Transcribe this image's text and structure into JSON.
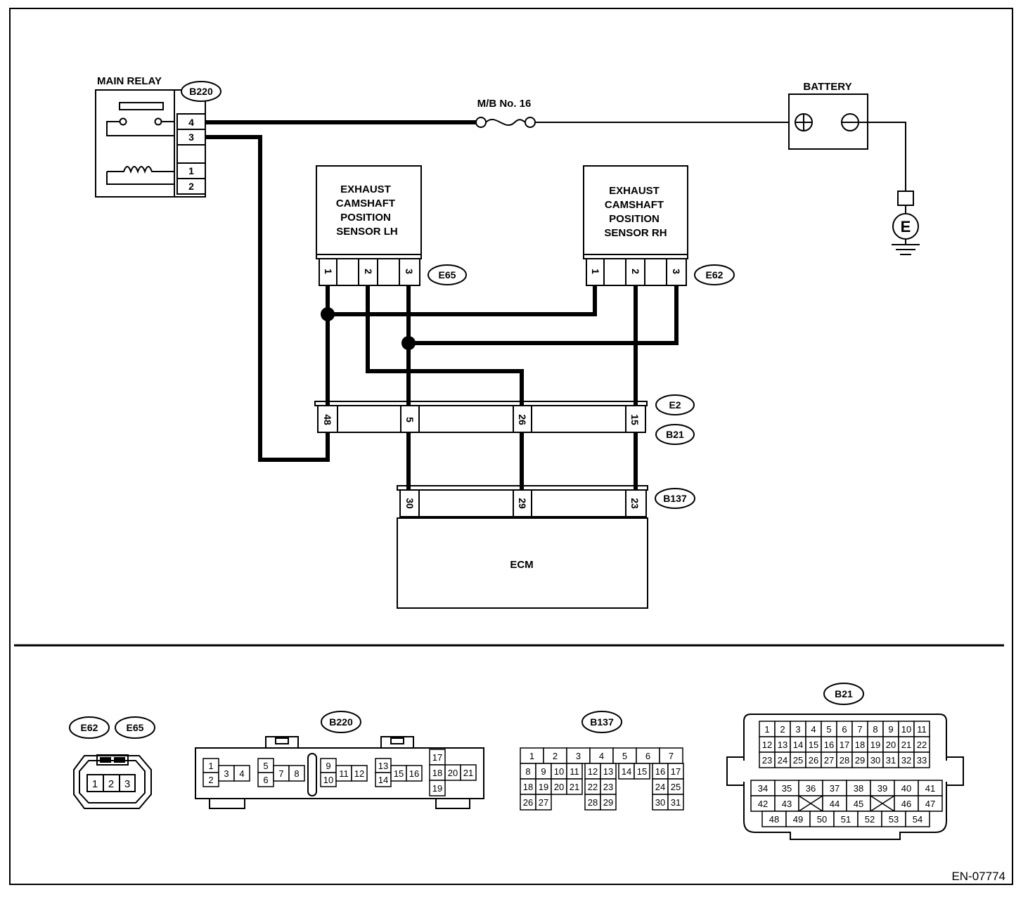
{
  "relay": {
    "title": "MAIN RELAY",
    "connector": "B220",
    "pins": [
      "4",
      "3",
      "1",
      "2"
    ]
  },
  "fuse": {
    "label": "M/B No. 16"
  },
  "battery": {
    "label": "BATTERY",
    "plus": "+",
    "minus": "−",
    "ground": "E"
  },
  "sensor_lh": {
    "lines": [
      "EXHAUST",
      "CAMSHAFT",
      "POSITION",
      "SENSOR LH"
    ],
    "connector": "E65",
    "pins": [
      "1",
      "2",
      "3"
    ]
  },
  "sensor_rh": {
    "lines": [
      "EXHAUST",
      "CAMSHAFT",
      "POSITION",
      "SENSOR RH"
    ],
    "connector": "E62",
    "pins": [
      "1",
      "2",
      "3"
    ]
  },
  "joint": {
    "connector_top": "E2",
    "connector_bottom": "B21",
    "pins": [
      "48",
      "5",
      "26",
      "15"
    ]
  },
  "ecm": {
    "label": "ECM",
    "connector": "B137",
    "pins": [
      "30",
      "29",
      "23"
    ]
  },
  "views": {
    "e62_e65": {
      "labels": [
        "E62",
        "E65"
      ],
      "pins": [
        "1",
        "2",
        "3"
      ]
    },
    "b220": {
      "label": "B220",
      "pins": [
        "1",
        "2",
        "3",
        "4",
        "5",
        "6",
        "7",
        "8",
        "9",
        "10",
        "11",
        "12",
        "13",
        "14",
        "15",
        "16",
        "17",
        "18",
        "19",
        "20",
        "21"
      ]
    },
    "b137": {
      "label": "B137",
      "pins": [
        "1",
        "2",
        "3",
        "4",
        "5",
        "6",
        "7",
        "8",
        "9",
        "10",
        "11",
        "12",
        "13",
        "14",
        "15",
        "16",
        "17",
        "18",
        "19",
        "20",
        "21",
        "22",
        "23",
        "24",
        "25",
        "26",
        "27",
        "28",
        "29",
        "30",
        "31"
      ]
    },
    "b21": {
      "label": "B21",
      "pins": [
        "1",
        "2",
        "3",
        "4",
        "5",
        "6",
        "7",
        "8",
        "9",
        "10",
        "11",
        "12",
        "13",
        "14",
        "15",
        "16",
        "17",
        "18",
        "19",
        "20",
        "21",
        "22",
        "23",
        "24",
        "25",
        "26",
        "27",
        "28",
        "29",
        "30",
        "31",
        "32",
        "33",
        "34",
        "35",
        "36",
        "37",
        "38",
        "39",
        "40",
        "41",
        "42",
        "43",
        "44",
        "45",
        "46",
        "47",
        "48",
        "49",
        "50",
        "51",
        "52",
        "53",
        "54"
      ]
    }
  },
  "figure_code": "EN-07774"
}
